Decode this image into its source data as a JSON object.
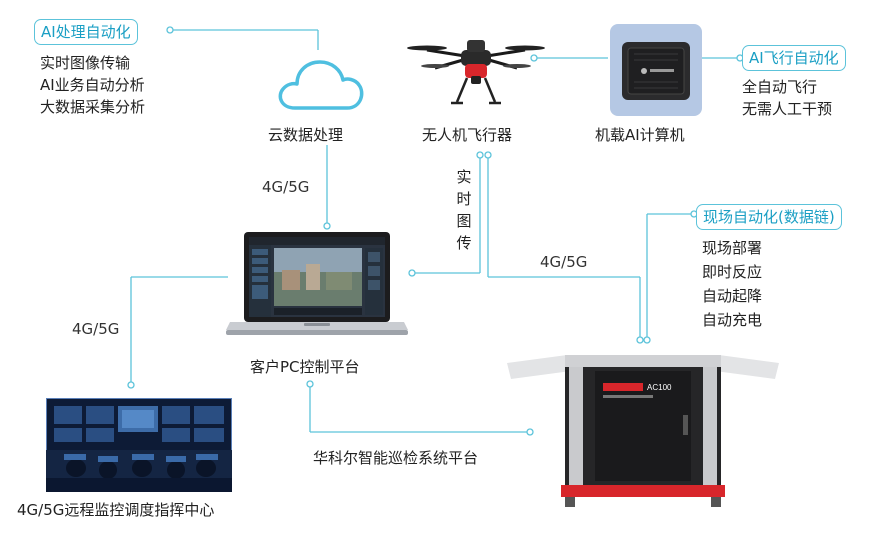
{
  "ai_processing": {
    "title": "AI处理自动化",
    "items": [
      "实时图像传输",
      "AI业务自动分析",
      "大数据采集分析"
    ]
  },
  "cloud": {
    "label": "云数据处理"
  },
  "drone": {
    "label": "无人机飞行器"
  },
  "computer": {
    "label": "机载AI计算机"
  },
  "ai_flight": {
    "title": "AI飞行自动化",
    "items": [
      "全自动飞行",
      "无需人工干预"
    ]
  },
  "site_auto": {
    "title": "现场自动化(数据链)",
    "items": [
      "现场部署",
      "即时反应",
      "自动起降",
      "自动充电"
    ]
  },
  "links": {
    "cloud_pc": "4G/5G",
    "pc_center": "4G/5G",
    "drone_station": "4G/5G",
    "realtime_video": [
      "实",
      "时",
      "图",
      "传"
    ]
  },
  "pc": {
    "label": "客户PC控制平台"
  },
  "center": {
    "label": "4G/5G远程监控调度指挥中心"
  },
  "station": {
    "label": "华科尔智能巡检系统平台",
    "screen_text": "AC100"
  },
  "colors": {
    "accent": "#5cc3da",
    "text_accent": "#1a9fc4",
    "station_red": "#d8262b"
  }
}
